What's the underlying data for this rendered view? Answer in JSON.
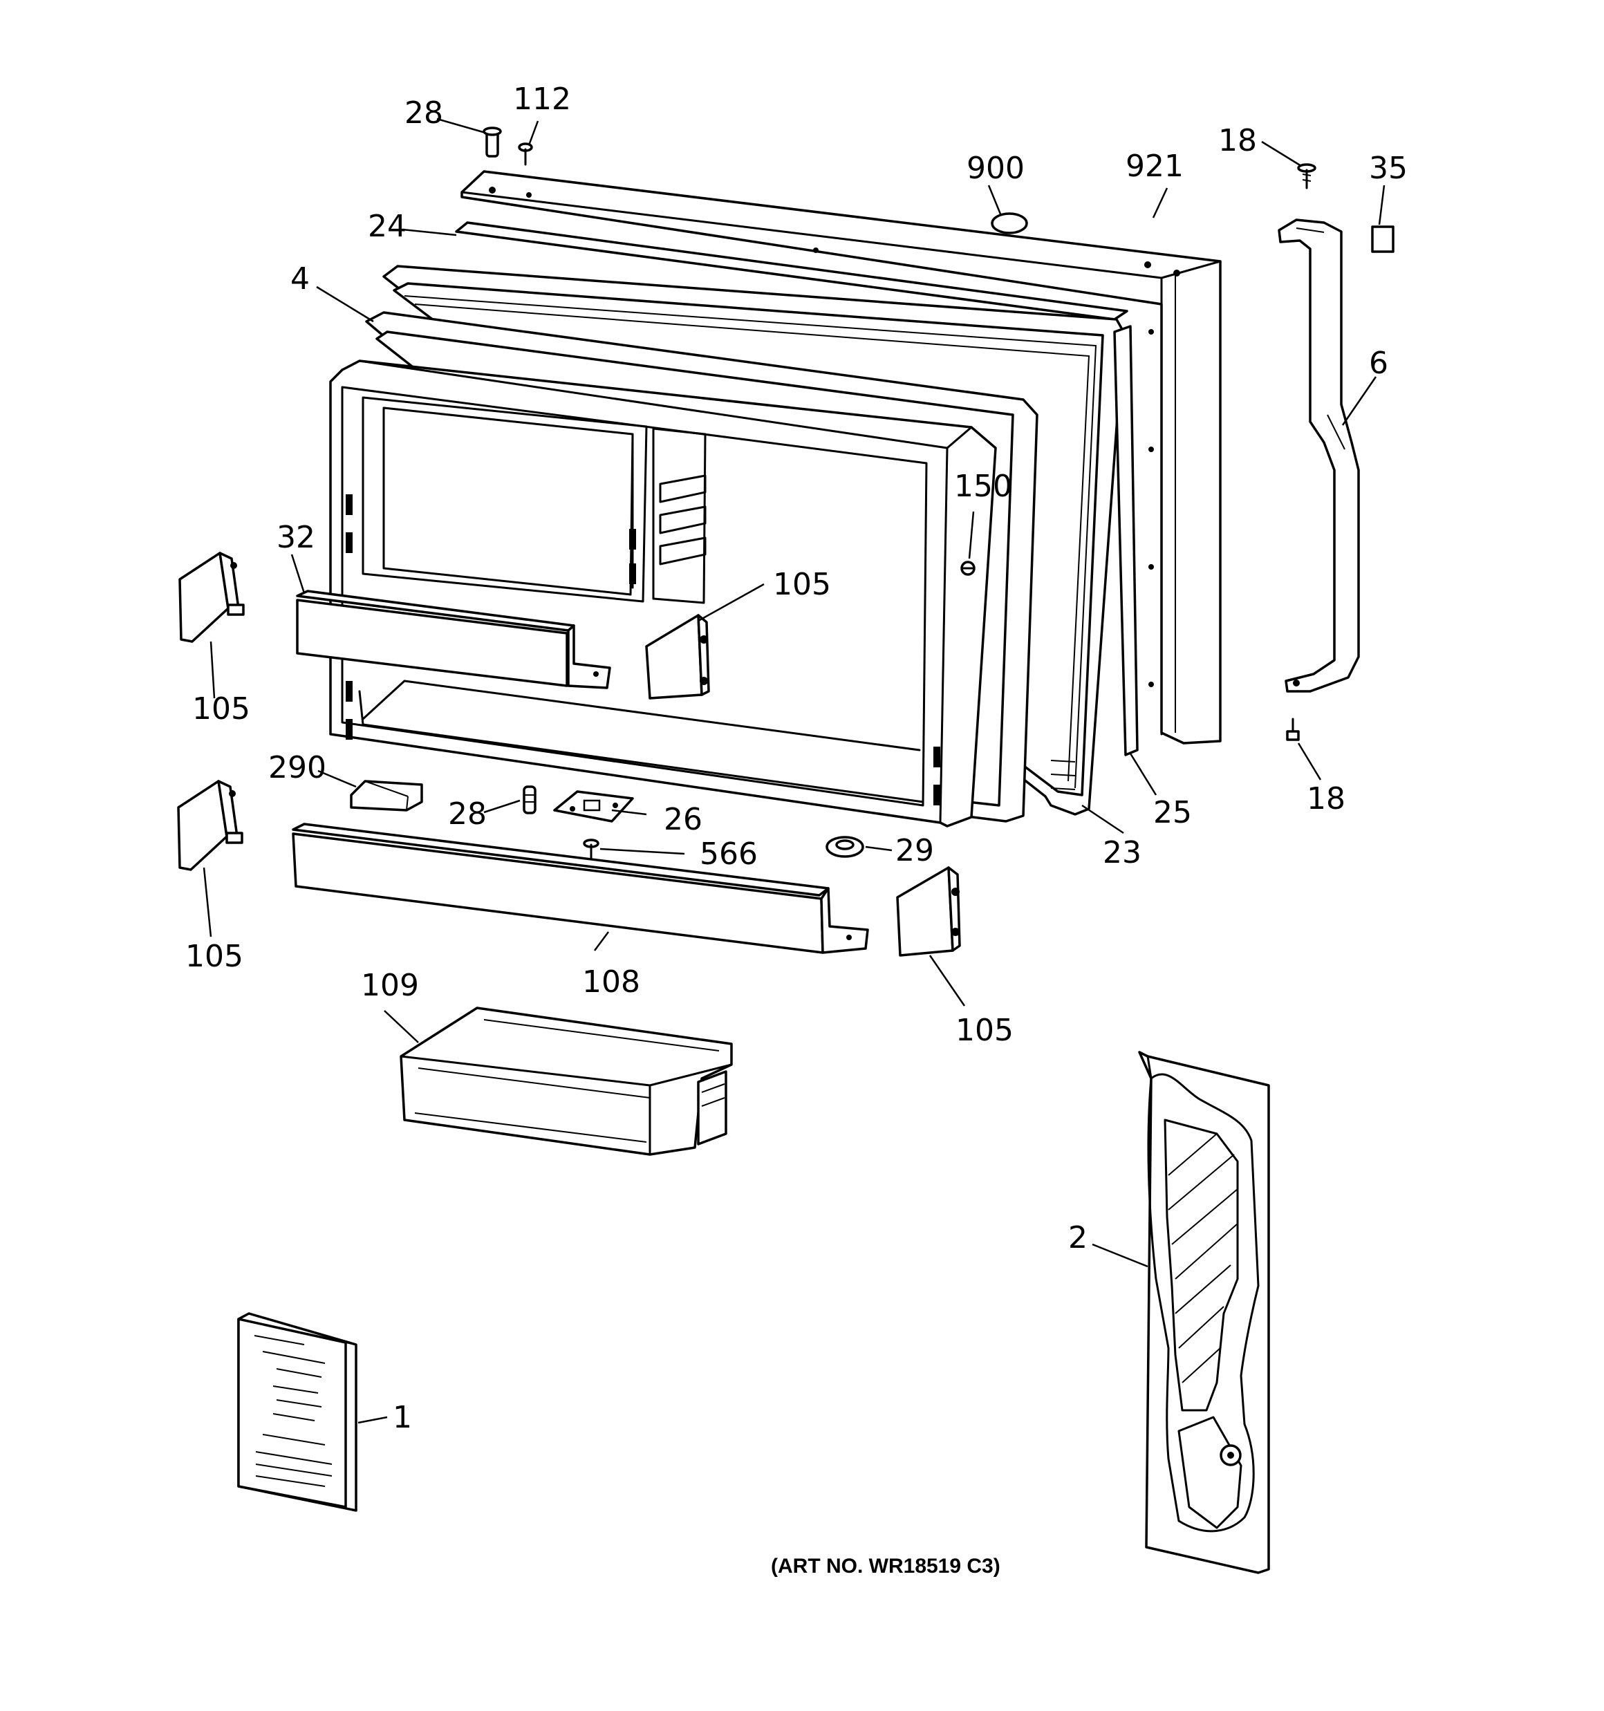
{
  "art_number": "(ART NO. WR18519 C3)",
  "callouts": {
    "c28_top": "28",
    "c112": "112",
    "c900": "900",
    "c921": "921",
    "c18_top": "18",
    "c35": "35",
    "c24": "24",
    "c4": "4",
    "c6": "6",
    "c150": "150",
    "c32": "32",
    "c105_mid": "105",
    "c105_left_upper": "105",
    "c290": "290",
    "c28_mid": "28",
    "c26": "26",
    "c566": "566",
    "c29": "29",
    "c23": "23",
    "c25": "25",
    "c18_bottom": "18",
    "c105_left_lower": "105",
    "c108": "108",
    "c105_right": "105",
    "c109": "109",
    "c2": "2",
    "c1": "1"
  }
}
